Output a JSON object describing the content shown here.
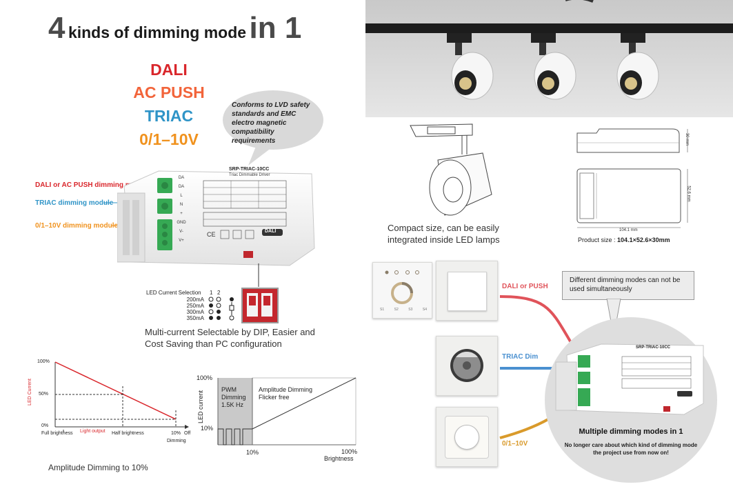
{
  "title": {
    "digit": "4",
    "mid": "kinds of dimming mode",
    "end": "in 1"
  },
  "modes": [
    {
      "label": "DALI",
      "color": "#d9262b"
    },
    {
      "label": "AC PUSH",
      "color": "#f2643a"
    },
    {
      "label": "TRIAC",
      "color": "#2f94c7"
    },
    {
      "label": "0/1–10V",
      "color": "#f0921e"
    }
  ],
  "bubble_text": "Conforms to LVD safety standards and EMC electro magnetic compatibility requirements",
  "modules": {
    "dali": "DALI or AC PUSH dimming module",
    "triac": "TRIAC dimming module",
    "v010": "0/1–10V dimming module"
  },
  "device": {
    "model": "SRP-TRIAC-10CC",
    "subtitle": "Triac Dimmable Driver",
    "terminals": [
      "DA",
      "DA",
      "L",
      "N",
      "+",
      "GND",
      "V-",
      "V+"
    ],
    "brand": "DALI"
  },
  "led_table": {
    "header": "LED Current Selection",
    "cols": [
      "1",
      "2"
    ],
    "rows": [
      {
        "current": "200mA",
        "sw1": "off",
        "sw2": "off"
      },
      {
        "current": "250mA",
        "sw1": "on",
        "sw2": "off"
      },
      {
        "current": "300mA",
        "sw1": "off",
        "sw2": "on"
      },
      {
        "current": "350mA",
        "sw1": "on",
        "sw2": "on"
      }
    ]
  },
  "dip_caption": "Multi-current Selectable by DIP, Easier and Cost Saving than PC configuration",
  "chart_left": {
    "yticks": [
      "100%",
      "50%",
      "0%"
    ],
    "ylabel": "LED Current",
    "xlabels": [
      "Full brightness",
      "Light output",
      "Half brightness",
      "10%",
      "Off"
    ],
    "xaxis": "Dimming",
    "caption": "Amplitude Dimming to 10%"
  },
  "chart_right": {
    "yticks": [
      "100%",
      "10%"
    ],
    "ylabel": "LED current",
    "xticks": [
      "10%",
      "100%"
    ],
    "xlabel": "Brightness",
    "pwm_label": "PWM Dimming 1.5K Hz",
    "amp_label": "Amplitude Dimming Flicker free"
  },
  "compact_caption": "Compact size, can be easily integrated inside LED lamps",
  "product_size": {
    "label": "Product size :",
    "value": "104.1×52.6×30mm"
  },
  "dims": {
    "length": "104.1 mm",
    "width": "52.6 mm",
    "height": "30 mm"
  },
  "controls": {
    "dali": "DALI or PUSH",
    "triac": "TRIAC Dim",
    "v010": "0/1–10V",
    "panel_keys": [
      "S1",
      "S2",
      "S3",
      "S4"
    ]
  },
  "note": "Different dimming modes can not be used simultaneously",
  "multi": {
    "title": "Multiple dimming modes in 1",
    "desc": "No longer care about which kind of dimming mode the project use from now on!"
  },
  "colors": {
    "dali": "#e0535a",
    "triac": "#4a90d0",
    "v010": "#d99a2b"
  }
}
